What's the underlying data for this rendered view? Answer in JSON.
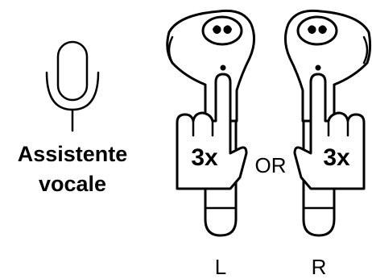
{
  "voice_assistant": {
    "line1": "Assistente",
    "line2": "vocale",
    "icon": "microphone-icon"
  },
  "gesture": {
    "left_count": "3x",
    "right_count": "3x",
    "connector": "OR"
  },
  "sides": {
    "left": "L",
    "right": "R"
  },
  "colors": {
    "ink": "#000000",
    "background": "#ffffff"
  }
}
